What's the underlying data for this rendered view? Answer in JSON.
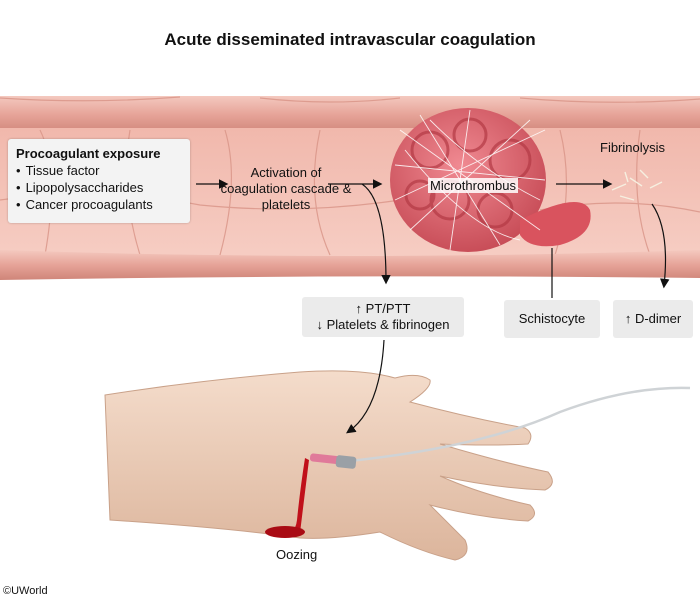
{
  "title": "Acute disseminated intravascular coagulation",
  "procoagulant": {
    "heading": "Procoagulant exposure",
    "items": [
      "Tissue factor",
      "Lipopolysaccharides",
      "Cancer procoagulants"
    ]
  },
  "activation_text": "Activation of coagulation cascade & platelets",
  "microthrombus_label": "Microthrombus",
  "fibrinolysis_label": "Fibrinolysis",
  "labs": {
    "line1": "↑ PT/PTT",
    "line2": "↓ Platelets & fibrinogen"
  },
  "schistocyte_label": "Schistocyte",
  "ddimer_label": "↑ D-dimer",
  "oozing_label": "Oozing",
  "copyright": "©UWorld",
  "colors": {
    "vessel_wall": "#e8a79c",
    "vessel_lumen": "#f3c1b6",
    "thrombus": "#d4606a",
    "skin": "#f0d2bd",
    "blood": "#c0101a",
    "box_bg": "#ebebeb"
  }
}
